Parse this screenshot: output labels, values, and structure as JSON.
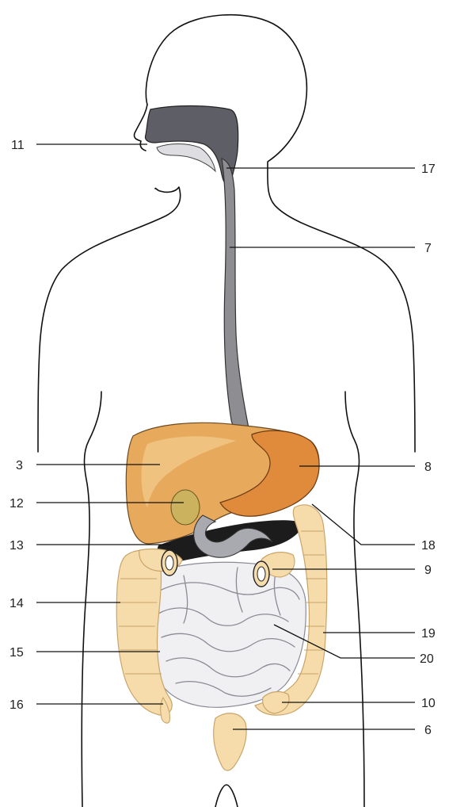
{
  "colors": {
    "liver": "#e7a95c",
    "liver_light": "#f4cd8f",
    "stomach": "#e08a3c",
    "colon": "#f6dcaa",
    "colon_stroke": "#c9a46a",
    "small_intestine": "#f0f0f3",
    "small_intestine_stroke": "#8a8a95",
    "esophagus": "#8d8d92",
    "duodenum": "#a9a9b0",
    "outline": "#111111"
  },
  "labels": [
    {
      "id": "11",
      "text": "11"
    },
    {
      "id": "17",
      "text": "17"
    },
    {
      "id": "7",
      "text": "7"
    },
    {
      "id": "3",
      "text": "3"
    },
    {
      "id": "8",
      "text": "8"
    },
    {
      "id": "12",
      "text": "12"
    },
    {
      "id": "13",
      "text": "13"
    },
    {
      "id": "18",
      "text": "18"
    },
    {
      "id": "9",
      "text": "9"
    },
    {
      "id": "14",
      "text": "14"
    },
    {
      "id": "19",
      "text": "19"
    },
    {
      "id": "15",
      "text": "15"
    },
    {
      "id": "20",
      "text": "20"
    },
    {
      "id": "16",
      "text": "16"
    },
    {
      "id": "10",
      "text": "10"
    },
    {
      "id": "6",
      "text": "6"
    }
  ]
}
